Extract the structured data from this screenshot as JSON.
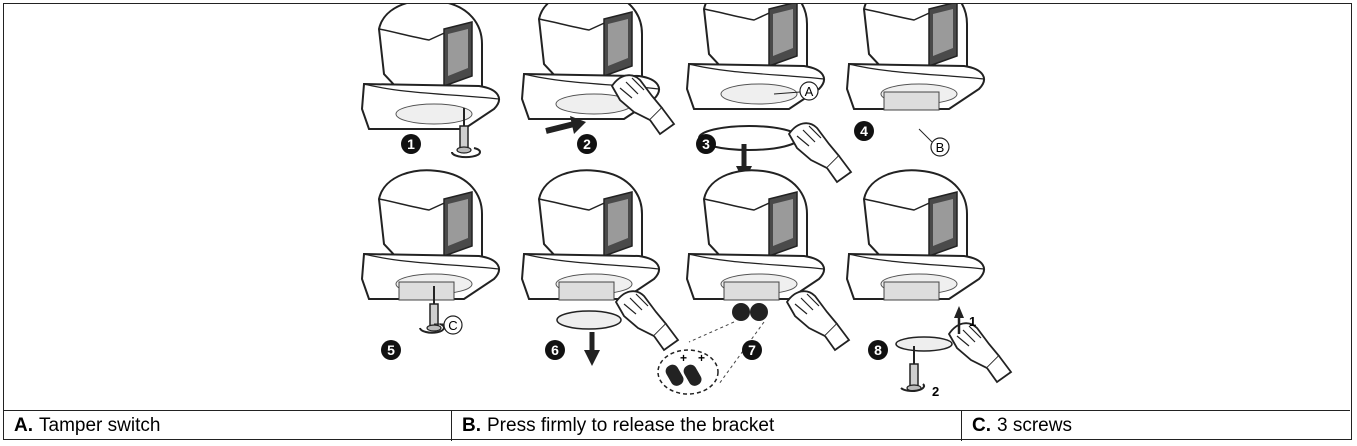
{
  "steps": [
    "1",
    "2",
    "3",
    "4",
    "5",
    "6",
    "7",
    "8"
  ],
  "callouts": {
    "a": "A",
    "b": "B",
    "c": "C"
  },
  "sub_steps": {
    "up": "1",
    "rotate": "2"
  },
  "battery_polarity": "+",
  "legend": [
    {
      "key": "A.",
      "text": "Tamper switch"
    },
    {
      "key": "B.",
      "text": "Press firmly to release the bracket"
    },
    {
      "key": "C.",
      "text": "3 screws"
    }
  ]
}
